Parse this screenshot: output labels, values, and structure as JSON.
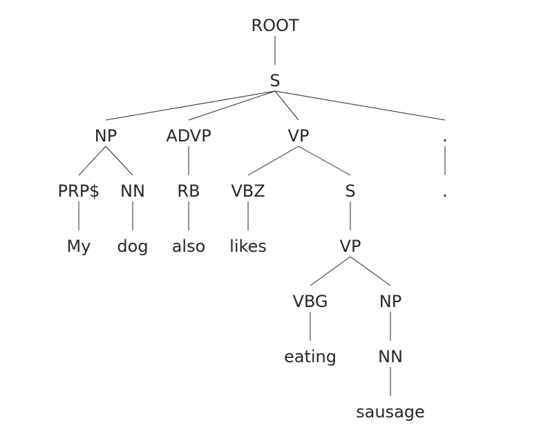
{
  "tree": {
    "nodes": [
      {
        "id": "root",
        "label": "ROOT"
      },
      {
        "id": "s",
        "label": "S"
      },
      {
        "id": "np1",
        "label": "NP"
      },
      {
        "id": "advp",
        "label": "ADVP"
      },
      {
        "id": "vp1",
        "label": "VP"
      },
      {
        "id": "punct",
        "label": "."
      },
      {
        "id": "prp",
        "label": "PRP$"
      },
      {
        "id": "nn1",
        "label": "NN"
      },
      {
        "id": "rb",
        "label": "RB"
      },
      {
        "id": "vbz",
        "label": "VBZ"
      },
      {
        "id": "s2",
        "label": "S"
      },
      {
        "id": "punct-word",
        "label": "."
      },
      {
        "id": "my",
        "label": "My"
      },
      {
        "id": "dog",
        "label": "dog"
      },
      {
        "id": "also",
        "label": "also"
      },
      {
        "id": "likes",
        "label": "likes"
      },
      {
        "id": "vp2",
        "label": "VP"
      },
      {
        "id": "vbg",
        "label": "VBG"
      },
      {
        "id": "np2",
        "label": "NP"
      },
      {
        "id": "eating",
        "label": "eating"
      },
      {
        "id": "nn2",
        "label": "NN"
      },
      {
        "id": "sausage",
        "label": "sausage"
      }
    ],
    "edges": [
      [
        "root",
        "s"
      ],
      [
        "s",
        "np1"
      ],
      [
        "s",
        "advp"
      ],
      [
        "s",
        "vp1"
      ],
      [
        "s",
        "punct"
      ],
      [
        "np1",
        "prp"
      ],
      [
        "np1",
        "nn1"
      ],
      [
        "advp",
        "rb"
      ],
      [
        "vp1",
        "vbz"
      ],
      [
        "vp1",
        "s2"
      ],
      [
        "punct",
        "punct-word"
      ],
      [
        "prp",
        "my"
      ],
      [
        "nn1",
        "dog"
      ],
      [
        "rb",
        "also"
      ],
      [
        "vbz",
        "likes"
      ],
      [
        "s2",
        "vp2"
      ],
      [
        "vp2",
        "vbg"
      ],
      [
        "vp2",
        "np2"
      ],
      [
        "vbg",
        "eating"
      ],
      [
        "np2",
        "nn2"
      ],
      [
        "nn2",
        "sausage"
      ]
    ]
  }
}
